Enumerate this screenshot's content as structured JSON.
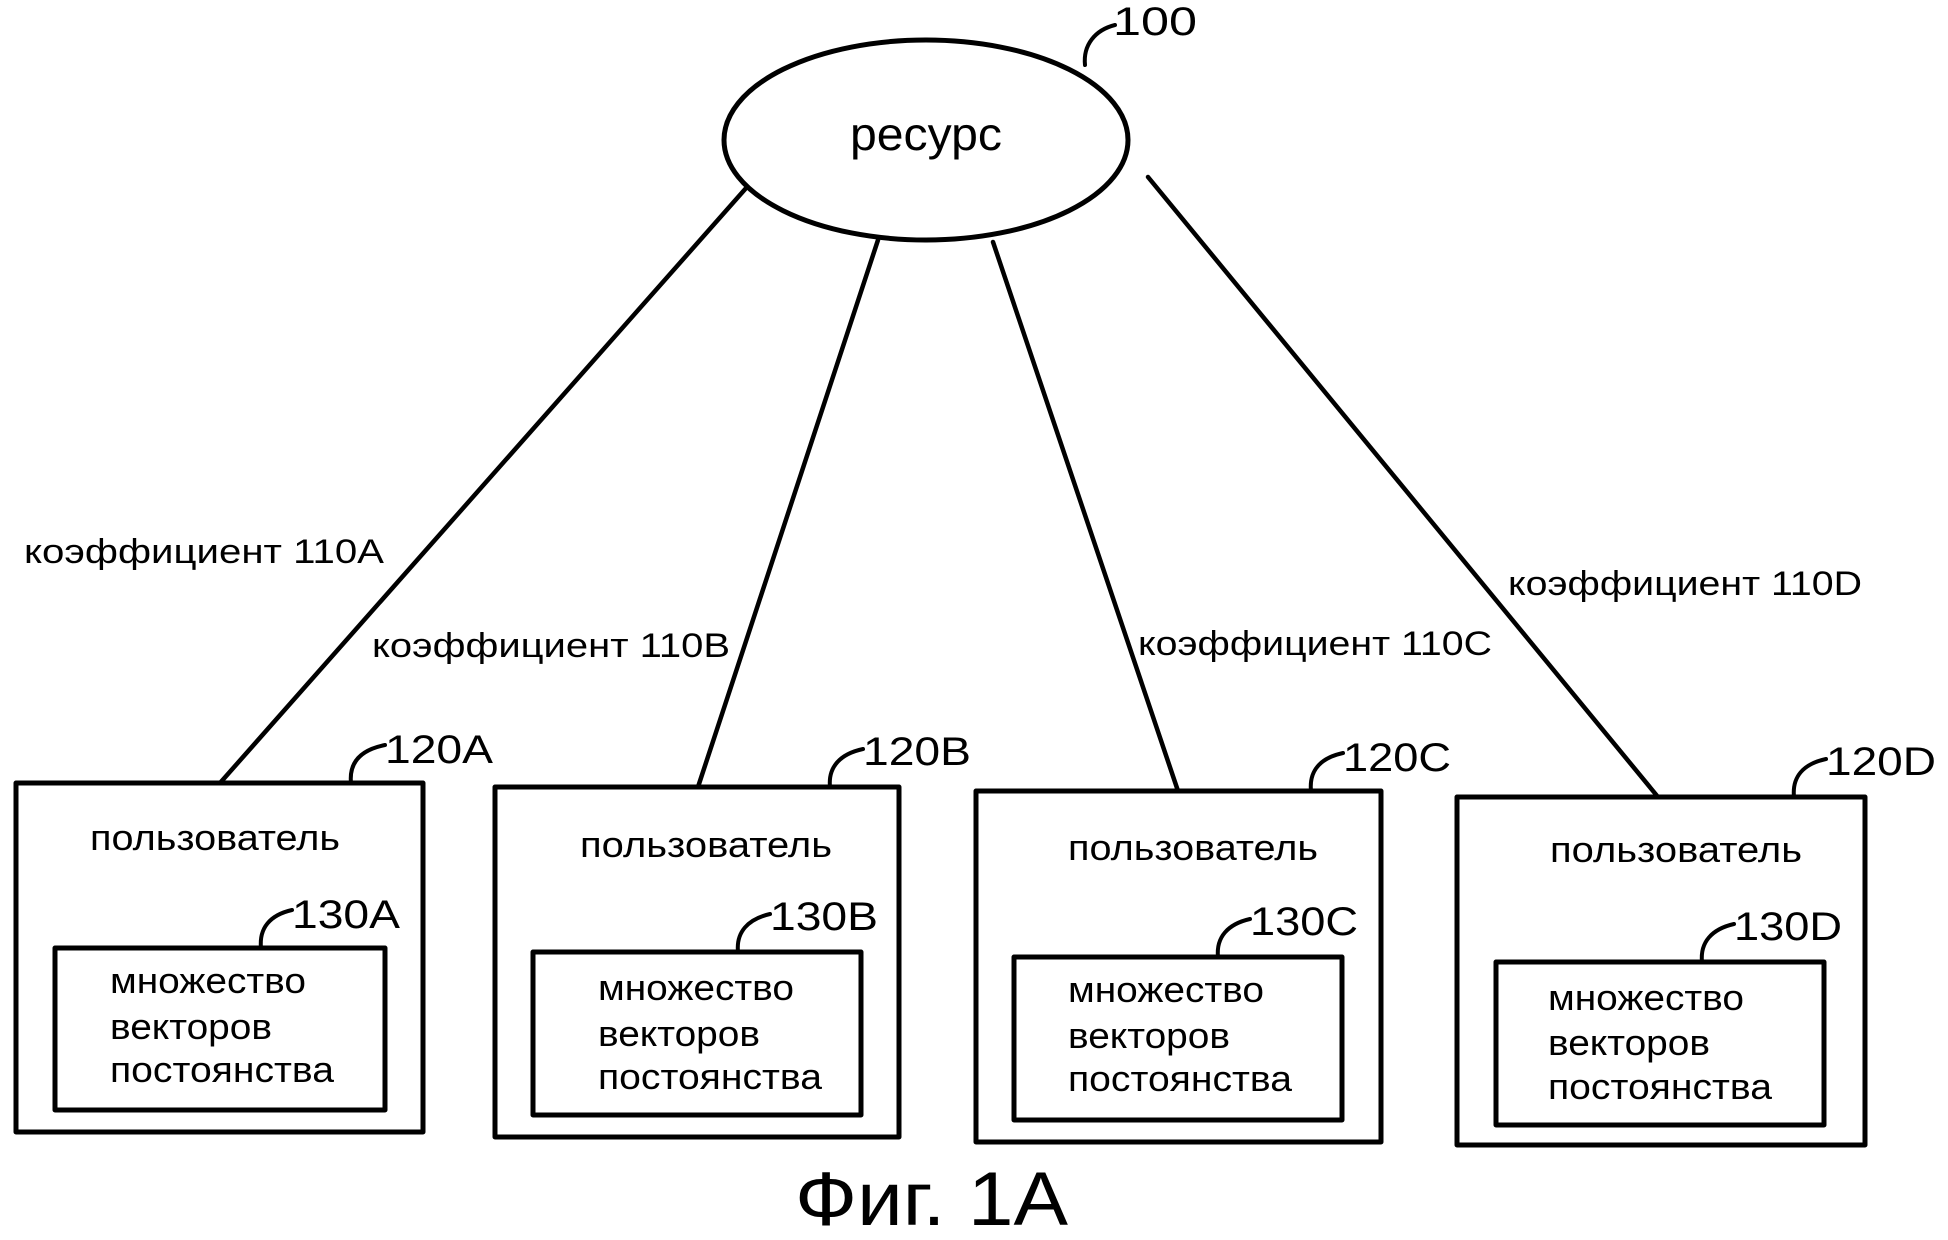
{
  "diagram": {
    "resource": {
      "label": "ресурс",
      "ref": "100"
    },
    "edges": [
      {
        "id": "A",
        "label": "коэффициент 110A"
      },
      {
        "id": "B",
        "label": "коэффициент 110B"
      },
      {
        "id": "C",
        "label": "коэффициент 110C"
      },
      {
        "id": "D",
        "label": "коэффициент 110D"
      }
    ],
    "users": [
      {
        "id": "A",
        "ref": "120A",
        "label": "пользователь",
        "set_ref": "130A",
        "set_lines": [
          "множество",
          "векторов",
          "постоянства"
        ]
      },
      {
        "id": "B",
        "ref": "120B",
        "label": "пользователь",
        "set_ref": "130B",
        "set_lines": [
          "множество",
          "векторов",
          "постоянства"
        ]
      },
      {
        "id": "C",
        "ref": "120C",
        "label": "пользователь",
        "set_ref": "130C",
        "set_lines": [
          "множество",
          "векторов",
          "постоянства"
        ]
      },
      {
        "id": "D",
        "ref": "120D",
        "label": "пользователь",
        "set_ref": "130D",
        "set_lines": [
          "множество",
          "векторов",
          "постоянства"
        ]
      }
    ]
  },
  "caption": "Фиг. 1A"
}
